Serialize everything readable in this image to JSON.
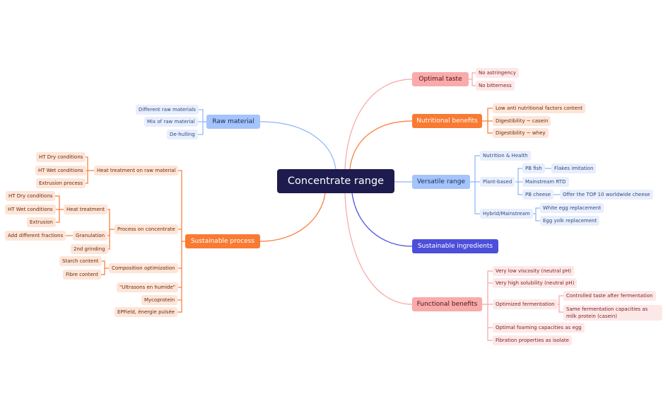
{
  "root": "Concentrate range",
  "colors": {
    "root": "#1e1b4e",
    "raw_material": "#a4c4fb",
    "sustainable_process": "#f97a33",
    "optimal_taste": "#f9aaaa",
    "nutritional": "#f97a33",
    "versatile": "#a4c4fb",
    "sustainable_ingredients": "#4b4fd9",
    "functional": "#f9aaaa"
  },
  "branches": {
    "raw_material": {
      "label": "Raw material",
      "items": [
        "Different raw materials",
        "Mix of raw material",
        "De-hulling"
      ]
    },
    "sustainable_process": {
      "label": "Sustainable process",
      "heat_raw": {
        "label": "Heat treatment on raw material",
        "items": [
          "HT Dry conditions",
          "HT Wet conditions",
          "Extrusion process"
        ]
      },
      "process_conc": {
        "label": "Process on concentrate",
        "heat": {
          "label": "Heat treatment",
          "items": [
            "HT Dry conditions",
            "HT Wet conditions",
            "Extrusion"
          ]
        },
        "granulation": {
          "label": "Granulation",
          "items": [
            "Add different fractions"
          ]
        },
        "grinding": "2nd grinding"
      },
      "composition": {
        "label": "Composition optimization",
        "items": [
          "Starch content",
          "Fibre content"
        ]
      },
      "ultrasons": "\"Ultrasons en humide\"",
      "mycoprotein": "Mycoprotein",
      "epfield": "EPField, énergie pulsée"
    },
    "optimal_taste": {
      "label": "Optimal taste",
      "items": [
        "No astringency",
        "No bitterness"
      ]
    },
    "nutritional": {
      "label": "Nutritional benefits",
      "items": [
        "Low anti nutritional factors content",
        "Digestibility ~ casein",
        "Digestibility ~ whey"
      ]
    },
    "versatile": {
      "label": "Versatile range",
      "nutrition": "Nutrition & Health",
      "plant": {
        "label": "Plant-based",
        "pb_fish": "PB fish",
        "flakes": "Flakes imitation",
        "mainstream_rtd": "Mainstream RTD",
        "pb_cheese": "PB cheese",
        "top10": "Offer the TOP 10 worldwide cheese"
      },
      "hybrid": {
        "label": "Hybrid/Mainstream",
        "items": [
          "White egg replacement",
          "Egg yolk replacement"
        ]
      }
    },
    "sustainable_ingredients": {
      "label": "Sustainable ingredients"
    },
    "functional": {
      "label": "Functional benefits",
      "viscosity": "Very low viscosity (neutral pH)",
      "solubility": "Very high solubility (neutral pH)",
      "fermentation": {
        "label": "Optimized fermentation",
        "items": [
          "Controlled taste after fermentation",
          "Same fermentation capacities as milk protein (casein)"
        ]
      },
      "foaming": "Optimal foaming capacities as egg",
      "fibration": "Fibration properties as isolate"
    }
  }
}
